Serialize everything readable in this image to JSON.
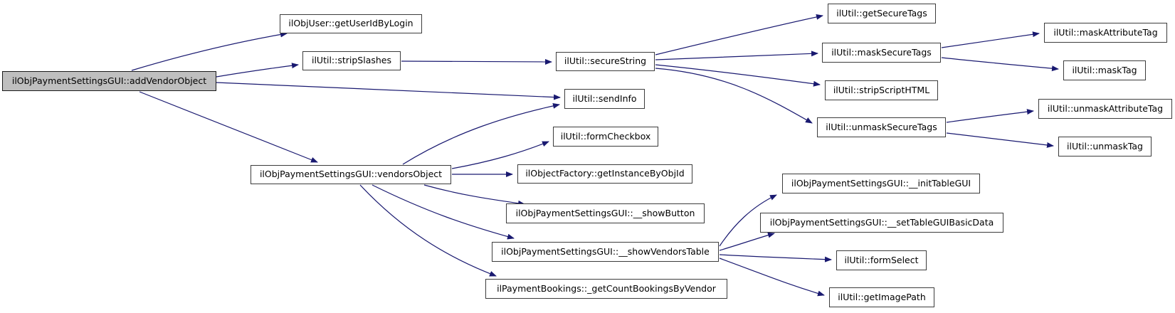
{
  "diagram": {
    "type": "call-graph",
    "root": "ilObjPaymentSettingsGUI::addVendorObject",
    "nodes": [
      {
        "id": "addVendorObject",
        "label": "ilObjPaymentSettingsGUI::addVendorObject",
        "highlighted": true
      },
      {
        "id": "getUserIdByLogin",
        "label": "ilObjUser::getUserIdByLogin",
        "highlighted": false
      },
      {
        "id": "stripSlashes",
        "label": "ilUtil::stripSlashes",
        "highlighted": false
      },
      {
        "id": "secureString",
        "label": "ilUtil::secureString",
        "highlighted": false
      },
      {
        "id": "sendInfo",
        "label": "ilUtil::sendInfo",
        "highlighted": false
      },
      {
        "id": "formCheckbox",
        "label": "ilUtil::formCheckbox",
        "highlighted": false
      },
      {
        "id": "vendorsObject",
        "label": "ilObjPaymentSettingsGUI::vendorsObject",
        "highlighted": false
      },
      {
        "id": "getInstanceByObjId",
        "label": "ilObjectFactory::getInstanceByObjId",
        "highlighted": false
      },
      {
        "id": "showButton",
        "label": "ilObjPaymentSettingsGUI::__showButton",
        "highlighted": false
      },
      {
        "id": "showVendorsTable",
        "label": "ilObjPaymentSettingsGUI::__showVendorsTable",
        "highlighted": false
      },
      {
        "id": "getCountBookingsByVendor",
        "label": "ilPaymentBookings::_getCountBookingsByVendor",
        "highlighted": false
      },
      {
        "id": "getSecureTags",
        "label": "ilUtil::getSecureTags",
        "highlighted": false
      },
      {
        "id": "maskSecureTags",
        "label": "ilUtil::maskSecureTags",
        "highlighted": false
      },
      {
        "id": "stripScriptHTML",
        "label": "ilUtil::stripScriptHTML",
        "highlighted": false
      },
      {
        "id": "unmaskSecureTags",
        "label": "ilUtil::unmaskSecureTags",
        "highlighted": false
      },
      {
        "id": "maskAttributeTag",
        "label": "ilUtil::maskAttributeTag",
        "highlighted": false
      },
      {
        "id": "maskTag",
        "label": "ilUtil::maskTag",
        "highlighted": false
      },
      {
        "id": "unmaskAttributeTag",
        "label": "ilUtil::unmaskAttributeTag",
        "highlighted": false
      },
      {
        "id": "unmaskTag",
        "label": "ilUtil::unmaskTag",
        "highlighted": false
      },
      {
        "id": "initTableGUI",
        "label": "ilObjPaymentSettingsGUI::__initTableGUI",
        "highlighted": false
      },
      {
        "id": "setTableGUIBasicData",
        "label": "ilObjPaymentSettingsGUI::__setTableGUIBasicData",
        "highlighted": false
      },
      {
        "id": "formSelect",
        "label": "ilUtil::formSelect",
        "highlighted": false
      },
      {
        "id": "getImagePath",
        "label": "ilUtil::getImagePath",
        "highlighted": false
      }
    ],
    "edges": [
      {
        "from": "addVendorObject",
        "to": "getUserIdByLogin"
      },
      {
        "from": "addVendorObject",
        "to": "stripSlashes"
      },
      {
        "from": "addVendorObject",
        "to": "sendInfo"
      },
      {
        "from": "addVendorObject",
        "to": "vendorsObject"
      },
      {
        "from": "stripSlashes",
        "to": "secureString"
      },
      {
        "from": "secureString",
        "to": "getSecureTags"
      },
      {
        "from": "secureString",
        "to": "maskSecureTags"
      },
      {
        "from": "secureString",
        "to": "stripScriptHTML"
      },
      {
        "from": "secureString",
        "to": "unmaskSecureTags"
      },
      {
        "from": "maskSecureTags",
        "to": "maskAttributeTag"
      },
      {
        "from": "maskSecureTags",
        "to": "maskTag"
      },
      {
        "from": "unmaskSecureTags",
        "to": "unmaskAttributeTag"
      },
      {
        "from": "unmaskSecureTags",
        "to": "unmaskTag"
      },
      {
        "from": "vendorsObject",
        "to": "sendInfo"
      },
      {
        "from": "vendorsObject",
        "to": "formCheckbox"
      },
      {
        "from": "vendorsObject",
        "to": "getInstanceByObjId"
      },
      {
        "from": "vendorsObject",
        "to": "showButton"
      },
      {
        "from": "vendorsObject",
        "to": "showVendorsTable"
      },
      {
        "from": "vendorsObject",
        "to": "getCountBookingsByVendor"
      },
      {
        "from": "showVendorsTable",
        "to": "initTableGUI"
      },
      {
        "from": "showVendorsTable",
        "to": "setTableGUIBasicData"
      },
      {
        "from": "showVendorsTable",
        "to": "formSelect"
      },
      {
        "from": "showVendorsTable",
        "to": "getImagePath"
      }
    ]
  },
  "colors": {
    "edge": "#191970",
    "node_bg": "#ffffff",
    "node_border": "#3c3c3c",
    "root_bg": "#bfbfbf",
    "text": "#000000"
  }
}
